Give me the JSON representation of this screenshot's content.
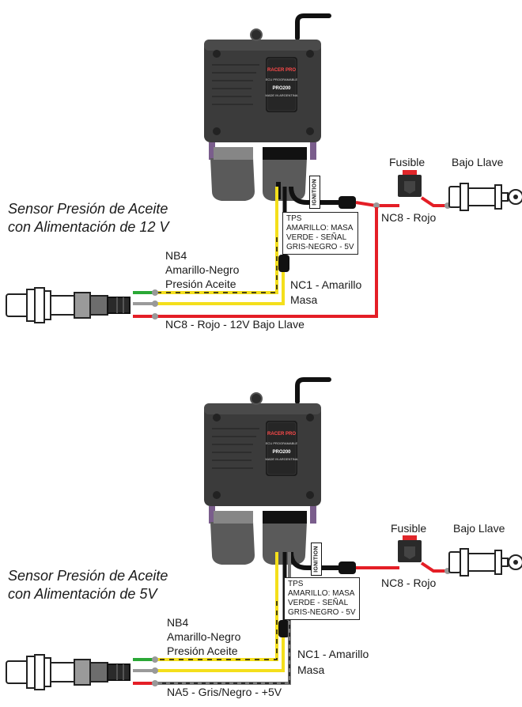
{
  "diagram_12v": {
    "title_line1": "Sensor Presión de Aceite",
    "title_line2": "con Alimentación de 12 V",
    "fuse_label": "Fusible",
    "key_label": "Bajo Llave",
    "fuse_wire_label": "NC8 - Rojo",
    "ignition_label": "IGNITION",
    "tps_lines": [
      "TPS",
      "AMARILLO: MASA",
      "VERDE - SEÑAL",
      "GRIS-NEGRO - 5V"
    ],
    "nb4_lines": [
      "NB4",
      "Amarillo-Negro",
      "Presión Aceite"
    ],
    "nc1_lines": [
      "NC1 - Amarillo",
      "Masa"
    ],
    "bottom_wire_label": "NC8 - Rojo - 12V Bajo Llave",
    "ecu": {
      "brand": "RACER PRO",
      "type": "ECU PROGRAMABLE",
      "model": "PRO200",
      "sub": "MADE IN ARGENTINA"
    }
  },
  "diagram_5v": {
    "title_line1": "Sensor Presión de Aceite",
    "title_line2": "con Alimentación de 5V",
    "fuse_label": "Fusible",
    "key_label": "Bajo Llave",
    "fuse_wire_label": "NC8 - Rojo",
    "ignition_label": "IGNITION",
    "tps_lines": [
      "TPS",
      "AMARILLO: MASA",
      "VERDE - SEÑAL",
      "GRIS-NEGRO - 5V"
    ],
    "nb4_lines": [
      "NB4",
      "Amarillo-Negro",
      "Presión Aceite"
    ],
    "nc1_lines": [
      "NC1 - Amarillo",
      "Masa"
    ],
    "bottom_wire_label": "NA5 - Gris/Negro - +5V",
    "ecu": {
      "brand": "RACER PRO",
      "type": "ECU PROGRAMABLE",
      "model": "PRO200",
      "sub": "MADE IN ARGENTINA"
    }
  },
  "colors": {
    "red_wire": "#e41e26",
    "yellow_wire": "#f4df1b",
    "green_wire": "#2aa836",
    "black_wire": "#111111",
    "ecu_body": "#3a3a3a",
    "fuse_red": "#e0262a"
  }
}
